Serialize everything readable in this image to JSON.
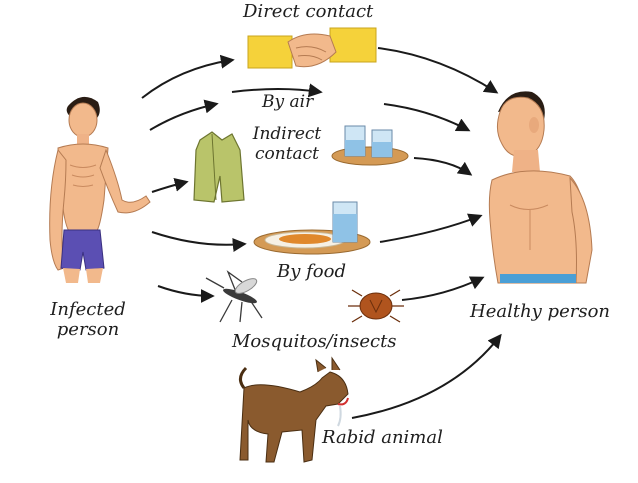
{
  "labels": {
    "direct_contact": "Direct contact",
    "by_air": "By air",
    "indirect_contact_line1": "Indirect",
    "indirect_contact_line2": "contact",
    "by_food": "By food",
    "infected_line1": "Infected",
    "infected_line2": "person",
    "healthy": "Healthy person",
    "mosquitos": "Mosquitos/insects",
    "rabid": "Rabid animal"
  },
  "icons": {
    "handshake": "handshake-icon",
    "wind": "wind-lines-icon",
    "jacket": "jacket-icon",
    "glasses_tray": "water-glasses-tray-icon",
    "food_plate": "food-plate-icon",
    "mosquito": "mosquito-icon",
    "bedbug": "bedbug-icon",
    "dog": "rabid-dog-icon",
    "infected": "infected-person-figure",
    "healthy": "healthy-person-figure"
  },
  "colors": {
    "skin": "#f2b98c",
    "shorts": "#5b4fb3",
    "jacket": "#b9c46a",
    "sleeve_yellow": "#f5d23a",
    "arrow": "#1a1a1a",
    "tray": "#d49a55",
    "dog": "#8a5a2e"
  }
}
